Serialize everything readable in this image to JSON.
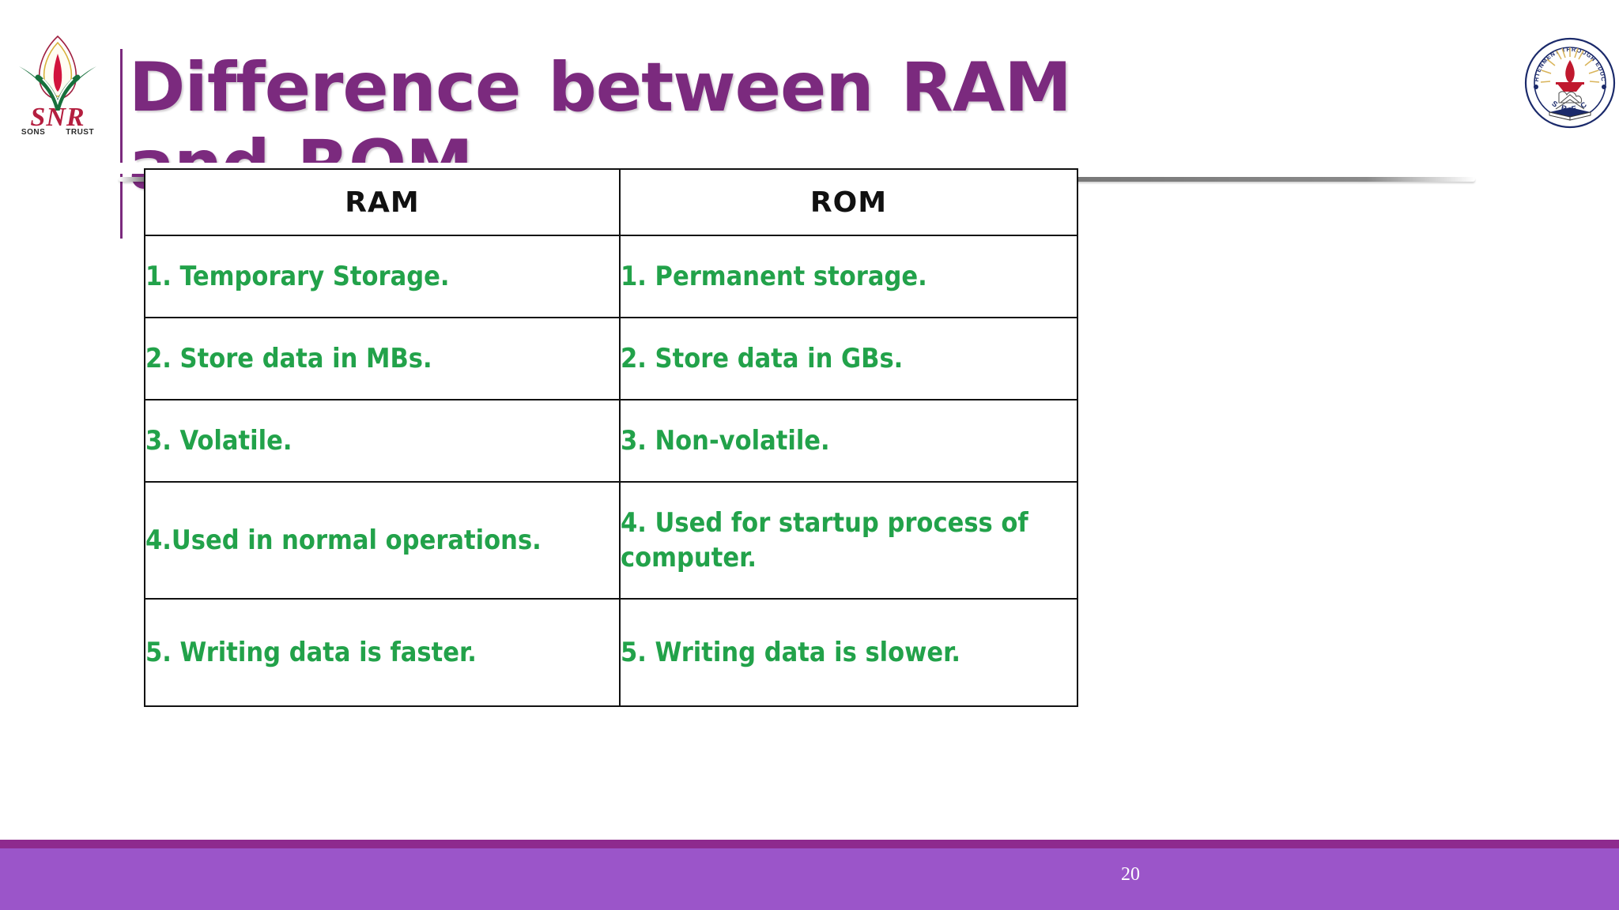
{
  "slide": {
    "title": "Difference between RAM  and ROM",
    "title_color": "#7B2A7E",
    "background_color": "#FFFFFF",
    "page_number": "20"
  },
  "left_logo": {
    "name": "snr-sons-trust-logo",
    "wordmark": "SNR",
    "sub_left": "SONS",
    "sub_right": "TRUST",
    "wordmark_color": "#B41E3F",
    "leaf_color": "#17703C",
    "flame_color": "#D2143C"
  },
  "right_logo": {
    "name": "srec-logo",
    "ring_text": "ENLIGHTENMENT THROUGH EDUCATION",
    "acronym": "S R E C",
    "ring_color": "#1B2A6B",
    "lamp_color": "#C0182E",
    "ray_color": "#D9B45A"
  },
  "table": {
    "headers": [
      "RAM",
      "ROM"
    ],
    "header_color": "#111111",
    "text_color": "#22A24A",
    "border_color": "#111111",
    "rows": [
      {
        "ram": "1. Temporary Storage.",
        "rom": "1. Permanent storage."
      },
      {
        "ram": "2. Store data in MBs.",
        "rom": "2. Store data in GBs."
      },
      {
        "ram": "3. Volatile.",
        "rom": "3. Non-volatile."
      },
      {
        "ram": "4.Used in normal operations.",
        "rom": "4. Used for startup process of computer."
      },
      {
        "ram": " 5. Writing data is faster.",
        "rom": "5. Writing data is slower."
      }
    ]
  },
  "footer": {
    "dark_bar_color": "#8E2A8E",
    "light_bar_color": "#9B55C9",
    "page_number": "20"
  }
}
